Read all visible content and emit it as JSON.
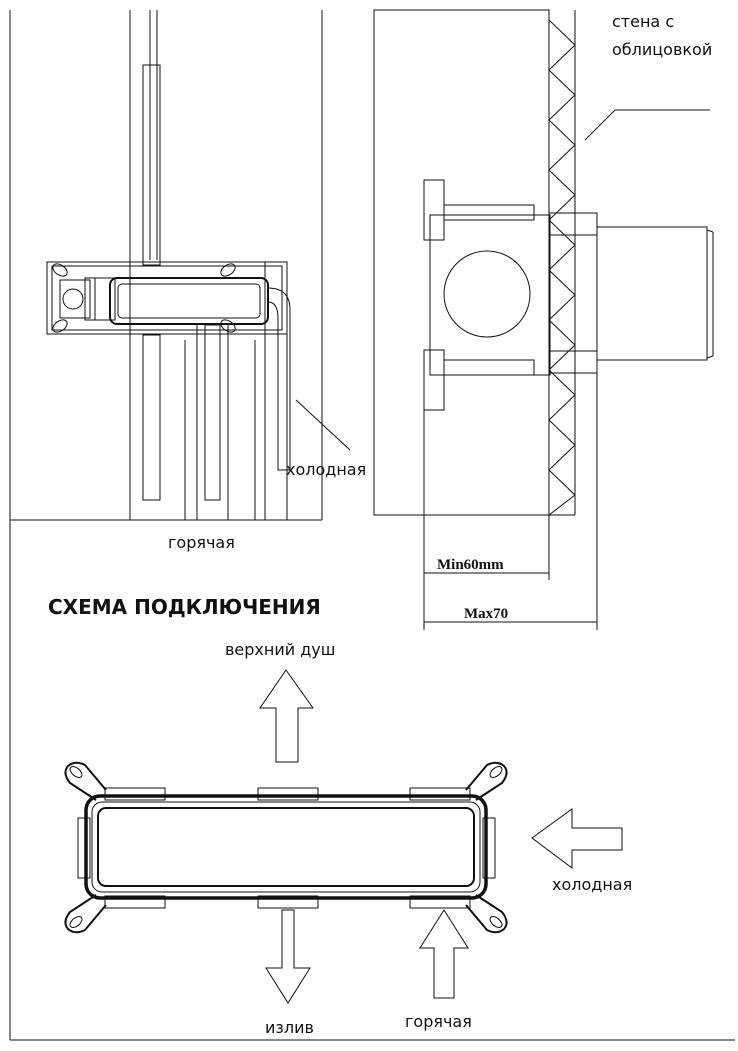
{
  "labels": {
    "wall_with_tiling_line1": "стена с",
    "wall_with_tiling_line2": "облицовкой",
    "cold_side_view": "холодная",
    "hot_front_view": "горячая",
    "min_depth": "Min60mm",
    "max_depth": "Max70",
    "title": "СХЕМА ПОДКЛЮЧЕНИЯ",
    "overhead_shower": "верхний душ",
    "cold_inlet": "холодная",
    "spout": "излив",
    "hot_inlet": "горячая"
  },
  "colors": {
    "line": "#111111",
    "background": "#ffffff"
  }
}
